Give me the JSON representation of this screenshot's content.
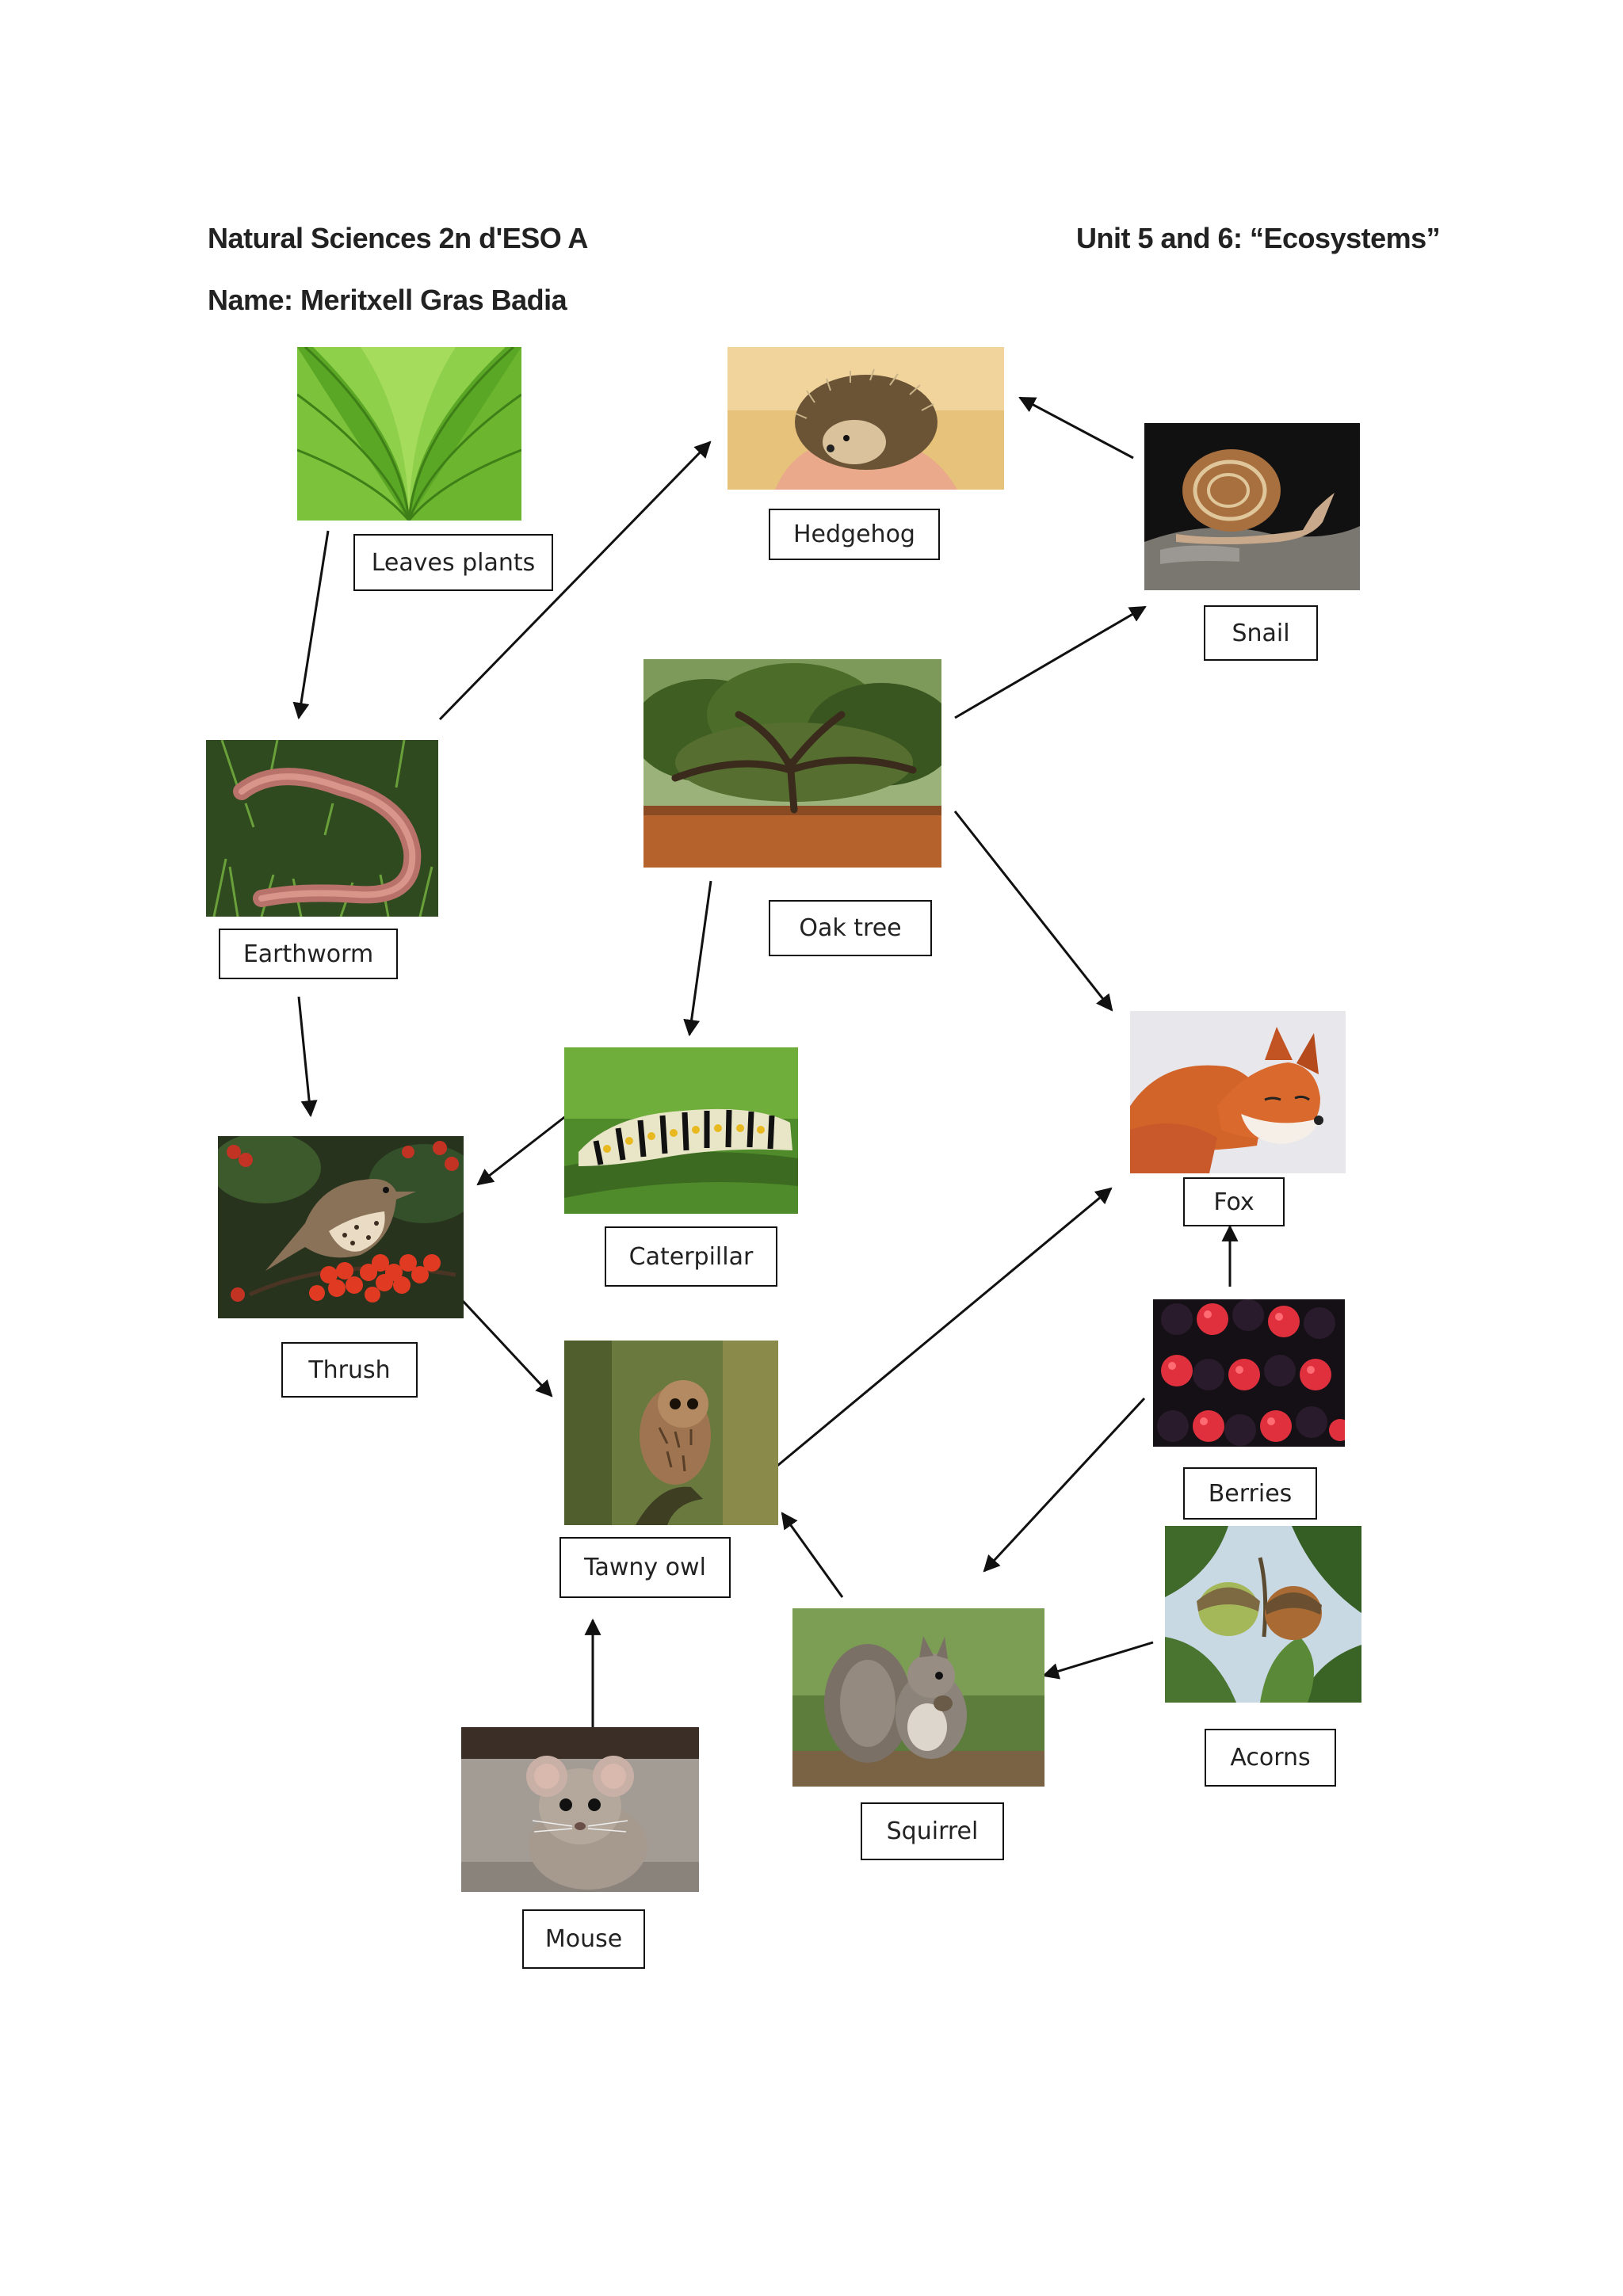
{
  "header": {
    "course": "Natural Sciences 2n d'ESO A",
    "unit": "Unit 5 and 6: “Ecosystems”",
    "name": "Name: Meritxell Gras Badia"
  },
  "organisms": {
    "leaves": "Leaves plants",
    "hedgehog": "Hedgehog",
    "snail": "Snail",
    "earthworm": "Earthworm",
    "oak": "Oak tree",
    "caterpillar": "Caterpillar",
    "fox": "Fox",
    "thrush": "Thrush",
    "owl": "Tawny owl",
    "berries": "Berries",
    "acorns": "Acorns",
    "squirrel": "Squirrel",
    "mouse": "Mouse"
  },
  "food_web_links": [
    {
      "from": "Leaves plants",
      "to": "Earthworm"
    },
    {
      "from": "Earthworm",
      "to": "Hedgehog"
    },
    {
      "from": "Snail",
      "to": "Hedgehog"
    },
    {
      "from": "Oak tree",
      "to": "Snail"
    },
    {
      "from": "Oak tree",
      "to": "Fox"
    },
    {
      "from": "Oak tree",
      "to": "Caterpillar"
    },
    {
      "from": "Earthworm",
      "to": "Thrush"
    },
    {
      "from": "Caterpillar",
      "to": "Thrush"
    },
    {
      "from": "Thrush",
      "to": "Tawny owl"
    },
    {
      "from": "Tawny owl",
      "to": "Fox"
    },
    {
      "from": "Berries",
      "to": "Fox"
    },
    {
      "from": "Berries",
      "to": "Squirrel"
    },
    {
      "from": "Acorns",
      "to": "Squirrel"
    },
    {
      "from": "Squirrel",
      "to": "Tawny owl"
    },
    {
      "from": "Mouse",
      "to": "Tawny owl"
    }
  ]
}
